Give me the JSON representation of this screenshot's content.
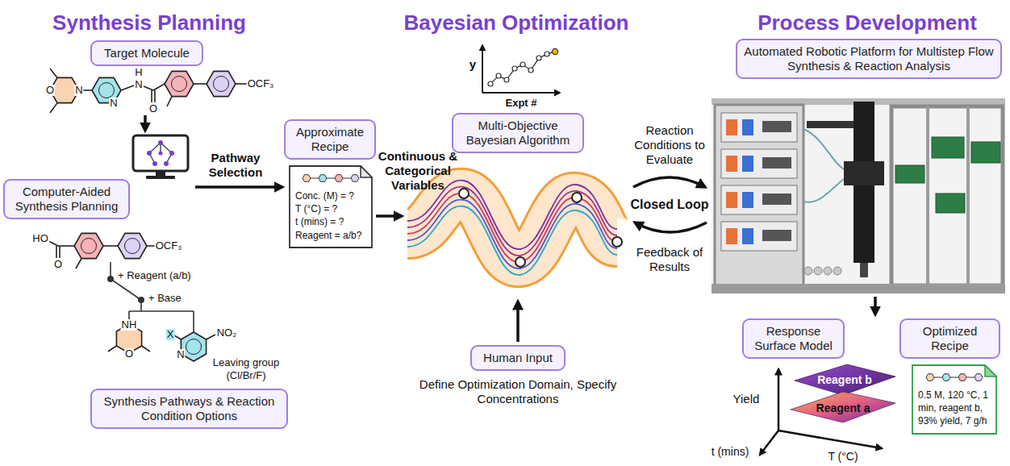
{
  "diagram": {
    "nodes": [
      {
        "text": [
          "Target Molecule"
        ]
      },
      {
        "text": [
          "Computer-Aided Synthesis Planning"
        ]
      },
      {
        "text": [
          "Synthesis Pathways & Reaction Condition Options"
        ]
      },
      {
        "text": [
          "Approximate Recipe"
        ]
      },
      {
        "text": [
          "Conc. (M) = ?",
          "T (°C) = ?",
          "t (mins) = ?",
          "Reagent = a/b?"
        ]
      },
      {
        "text": [
          "Multi-Objective Bayesian Algorithm"
        ]
      },
      {
        "text": [
          "Human Input"
        ]
      },
      {
        "text": [
          "Automated Robotic Platform for Multistep Flow Synthesis & Reaction Analysis"
        ]
      },
      {
        "text": [
          "Response Surface Model"
        ]
      },
      {
        "text": [
          "Optimized Recipe"
        ]
      },
      {
        "text": [
          "0.5 M, 120 °C, 1 min, reagent b, 93% yield, 7 g/h"
        ]
      }
    ],
    "labels": [
      "Synthesis Planning",
      "Bayesian Optimization",
      "Process Development",
      "N",
      "O",
      "N",
      "H",
      "N",
      "O",
      "OCF₃",
      "Pathway Selection",
      "HO",
      "O",
      "OCF₃",
      "+ Reagent (a/b)",
      "+ Base",
      "NH",
      "O",
      "X",
      "N",
      "NO₂",
      "Leaving group (Cl/Br/F)",
      "Continuous & Categorical Variables",
      "y",
      "Expt #",
      "Reaction Conditions to Evaluate",
      "Closed Loop",
      "Feedback of Results",
      "Define Optimization Domain, Specify Concentrations",
      "Yield",
      "Reagent b",
      "Reagent a",
      "t (mins)",
      "T (°C)"
    ]
  }
}
